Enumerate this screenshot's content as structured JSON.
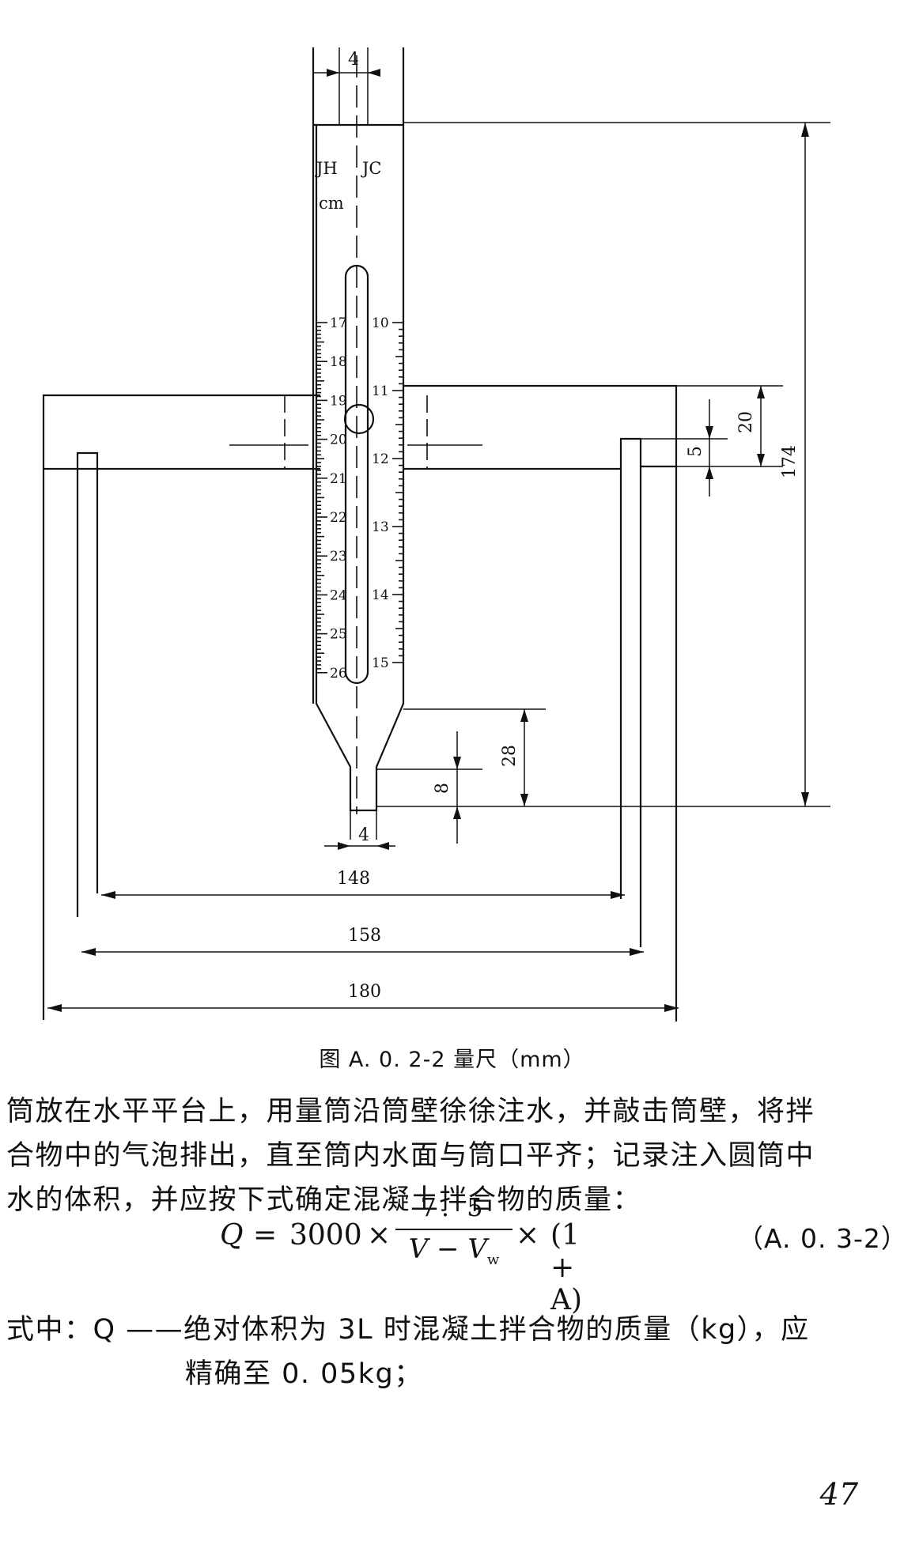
{
  "figure": {
    "caption": "图 A. 0. 2-2   量尺（mm）",
    "labels": {
      "jh": "JH",
      "jc": "JC",
      "cm": "cm"
    },
    "left_scale": [
      "17",
      "18",
      "19",
      "20",
      "21",
      "22",
      "23",
      "24",
      "25",
      "26"
    ],
    "right_scale": [
      "10",
      "11",
      "12",
      "13",
      "14",
      "15"
    ],
    "dims": {
      "top_width": "4",
      "bottom_width": "4",
      "d20": "20",
      "d5": "5",
      "d174": "174",
      "d28": "28",
      "d8": "8",
      "d148": "148",
      "d158": "158",
      "d180": "180"
    }
  },
  "text": {
    "para_lines": [
      "筒放在水平平台上，用量筒沿筒壁徐徐注水，并敲击筒壁，将拌",
      "合物中的气泡排出，直至筒内水面与筒口平齐；记录注入圆筒中",
      "水的体积，并应按下式确定混凝土拌合物的质量："
    ],
    "formula": {
      "lhs": "Q",
      "eq": "=",
      "coef": "3000",
      "times1": "×",
      "numerator": "7. 5",
      "denominator": "V − V",
      "den_sub": "w",
      "times2": "×",
      "paren": "(1 + A)",
      "number": "（A. 0. 3-2）"
    },
    "def_line1": "式中：Q ——绝对体积为 3L 时混凝土拌合物的质量（kg），应",
    "def_line2": "精确至 0. 05kg；",
    "page_number": "47"
  }
}
